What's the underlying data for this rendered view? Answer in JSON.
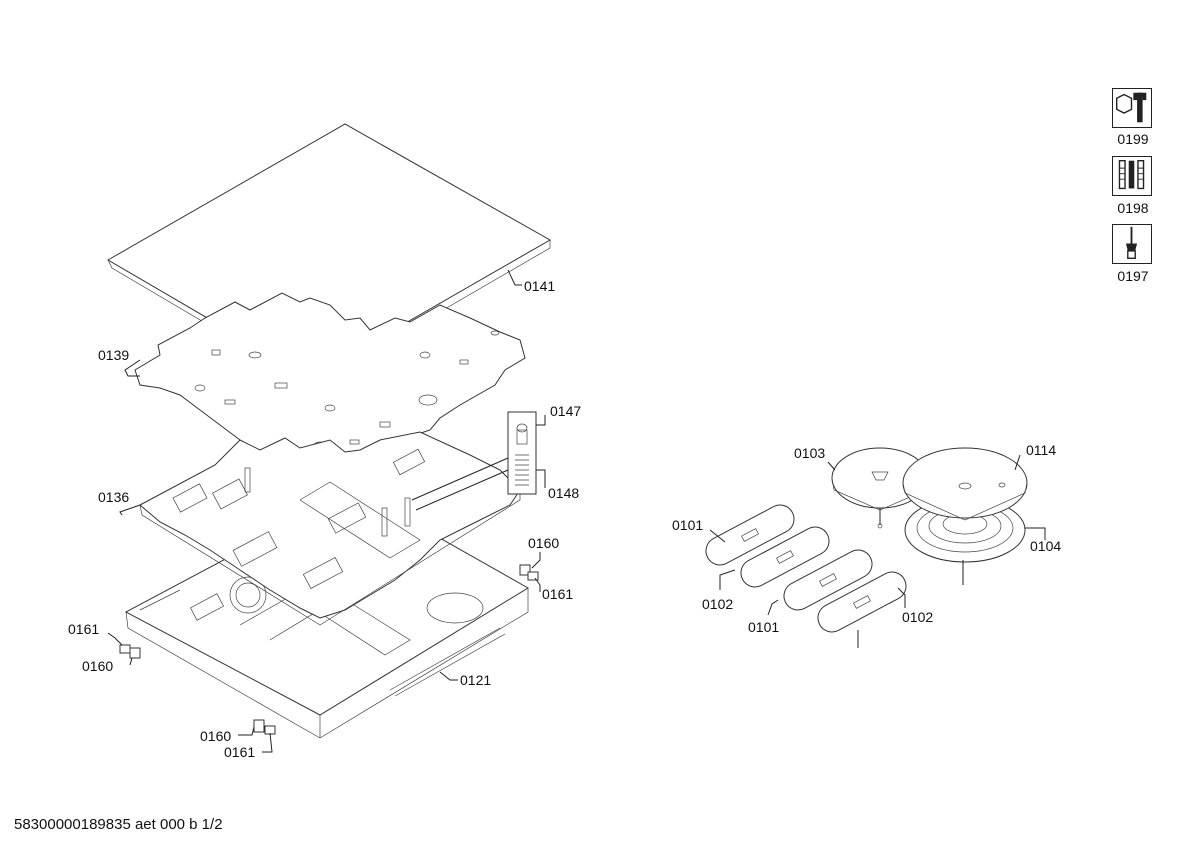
{
  "footer": {
    "text": "58300000189835 aet 000 b 1/2"
  },
  "tools": [
    {
      "id": "0199",
      "icon": "wrench-nut-icon"
    },
    {
      "id": "0198",
      "icon": "screws-icon"
    },
    {
      "id": "0197",
      "icon": "screwdriver-icon"
    }
  ],
  "callouts": {
    "c0141": "0141",
    "c0139": "0139",
    "c0147": "0147",
    "c0148": "0148",
    "c0136": "0136",
    "c0160a": "0160",
    "c0161a": "0161",
    "c0161b": "0161",
    "c0160b": "0160",
    "c0121": "0121",
    "c0160c": "0160",
    "c0161c": "0161",
    "c0103": "0103",
    "c0114": "0114",
    "c0101a": "0101",
    "c0104": "0104",
    "c0102a": "0102",
    "c0101b": "0101",
    "c0102b": "0102"
  }
}
